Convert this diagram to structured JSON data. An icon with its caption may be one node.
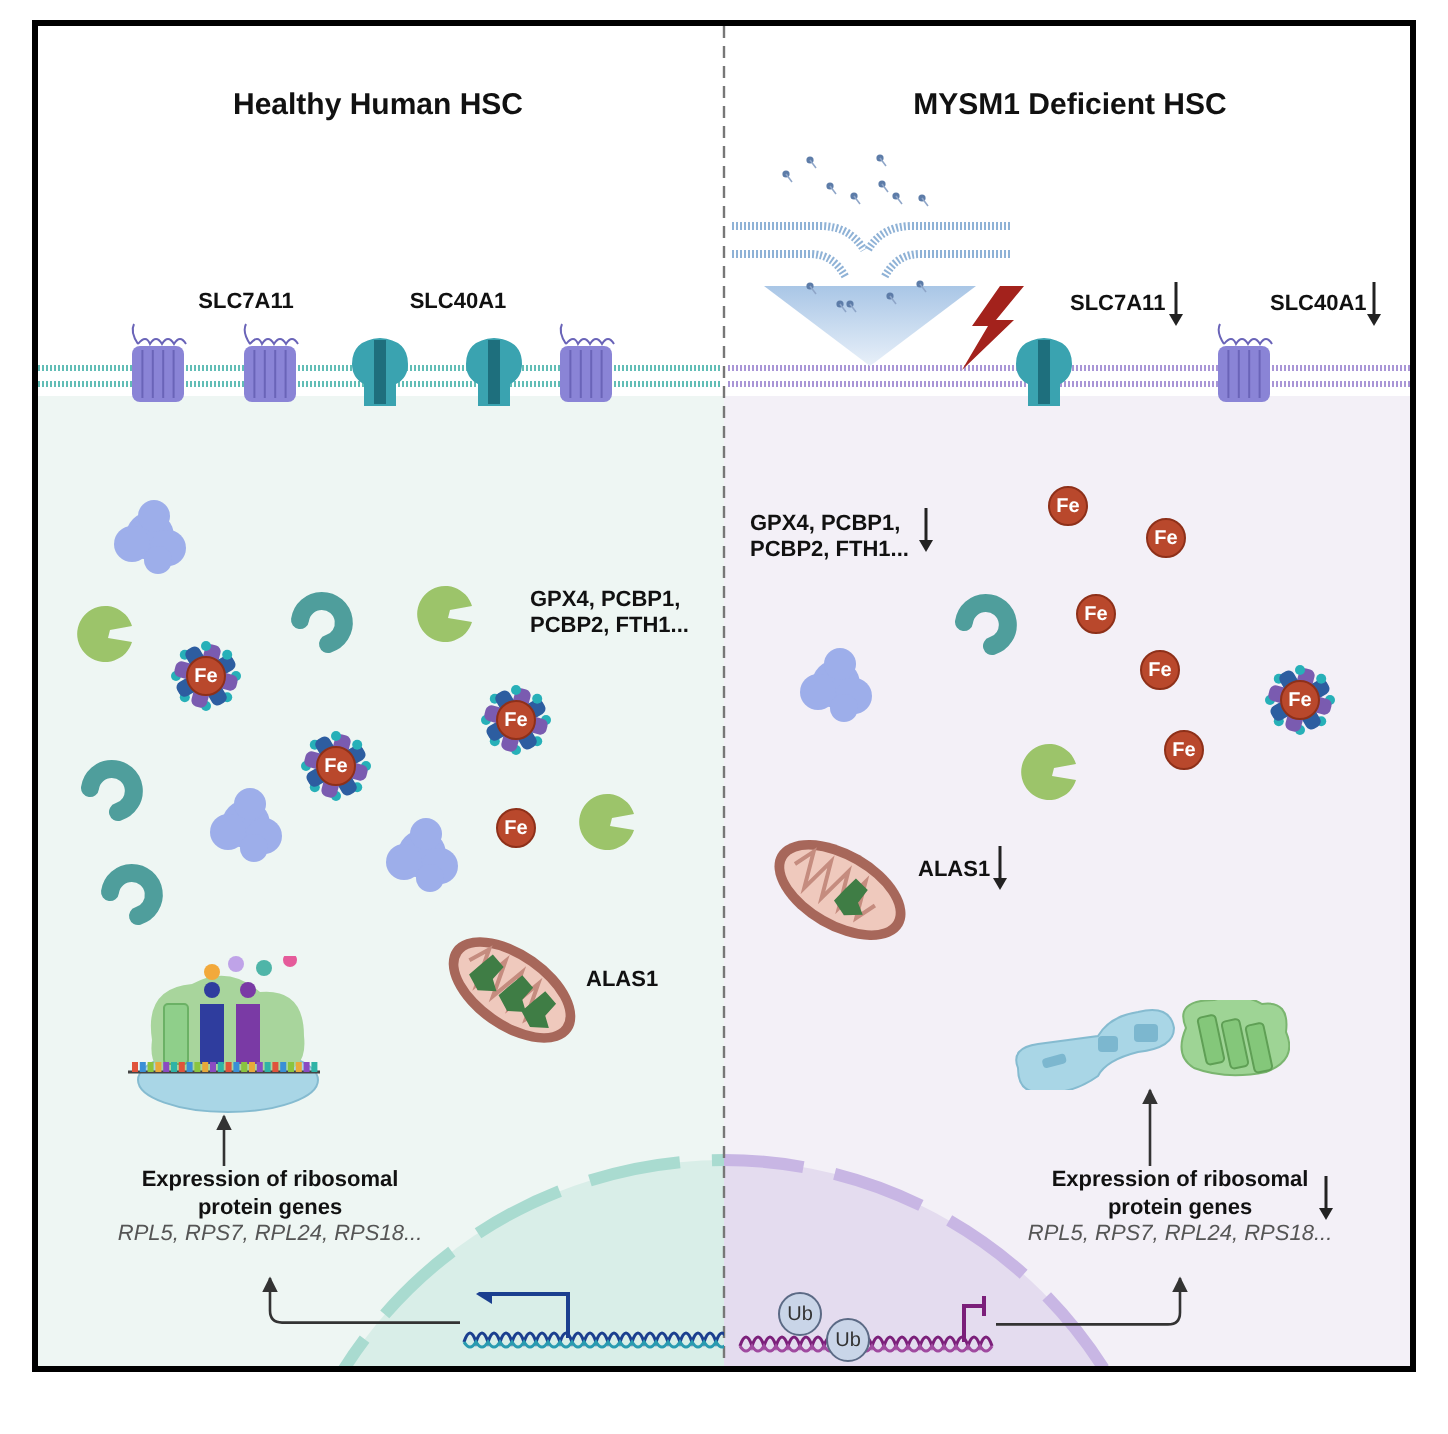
{
  "diagram": {
    "nodes": [
      {
        "text": [
          "Healthy Human HSC"
        ]
      },
      {
        "text": [
          "MYSM1 Deficient HSC"
        ]
      },
      {
        "text": [
          "Expression of ribosomal protein genes",
          "RPL5, RPS7, RPL24, RPS18..."
        ],
        "in": 0
      },
      {
        "text": [],
        "shape": "picture",
        "in": 0
      },
      {
        "text": [],
        "shape": "picture",
        "in": 0
      },
      {
        "text": [
          "Expression of ribosomal protein genes",
          "RPL5, RPS7, RPL24, RPS18..."
        ],
        "in": 1
      },
      {
        "text": [],
        "shape": "picture",
        "in": 1
      },
      {
        "text": [],
        "shape": "picture",
        "in": 1
      },
      {
        "text": [
          "Fe"
        ],
        "in": 0
      },
      {
        "text": [
          "Fe"
        ],
        "in": 0
      },
      {
        "text": [
          "Fe"
        ],
        "in": 0
      },
      {
        "text": [
          "Fe"
        ],
        "in": 0
      },
      {
        "text": [
          "Fe"
        ],
        "in": 1
      },
      {
        "text": [
          "Fe"
        ],
        "in": 1
      },
      {
        "text": [
          "Fe"
        ],
        "in": 1
      },
      {
        "text": [
          "Fe"
        ],
        "in": 1
      },
      {
        "text": [
          "Fe"
        ],
        "in": 1
      },
      {
        "text": [
          "Fe"
        ],
        "in": 1
      },
      {
        "text": [
          "Ub"
        ],
        "in": 7
      },
      {
        "text": [
          "Ub"
        ],
        "in": 7
      }
    ],
    "edges": [
      {
        "from": 2,
        "to": 3,
        "arrow": "to"
      },
      {
        "from": 4,
        "to": 2,
        "arrow": "to"
      },
      {
        "from": 5,
        "to": 6,
        "arrow": "to"
      },
      {
        "from": 7,
        "to": 5,
        "arrow": "to"
      }
    ],
    "labels": [
      "SLC7A11",
      "SLC40A1",
      "GPX4, PCBP1, PCBP2, FTH1...",
      "ALAS1",
      "SLC7A11",
      "SLC40A1",
      "GPX4, PCBP1, PCBP2, FTH1...",
      "ALAS1"
    ]
  }
}
